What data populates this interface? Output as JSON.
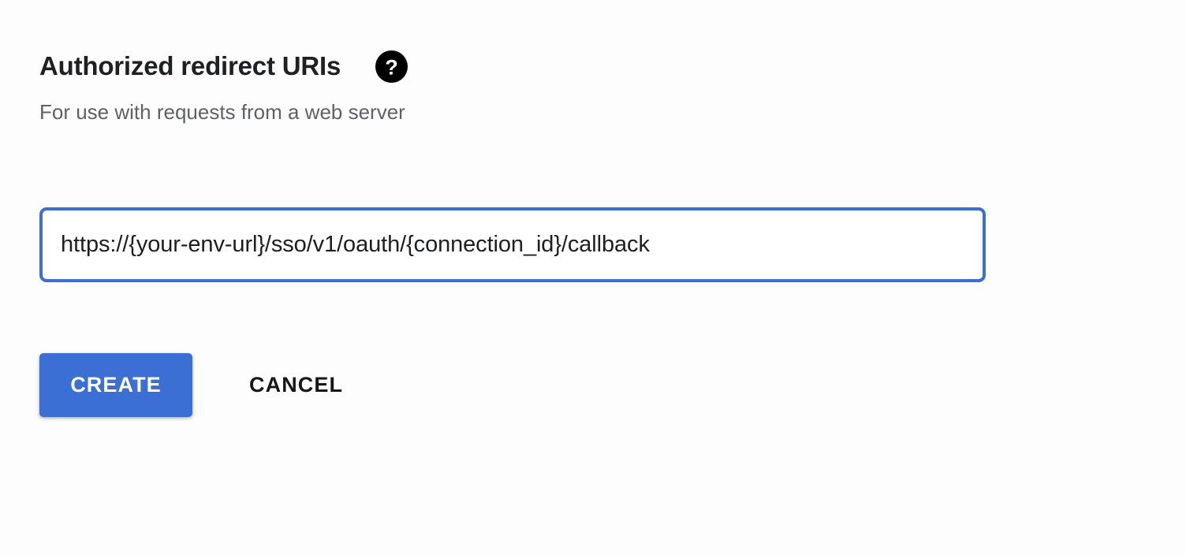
{
  "section": {
    "title": "Authorized redirect URIs",
    "help_icon": "help-question-mark-icon",
    "subtitle": "For use with requests from a web server"
  },
  "uri_field": {
    "name": "authorized-redirect-uri",
    "value": "https://{your-env-url}/sso/v1/oauth/{connection_id}/callback",
    "placeholder": "https://",
    "focused": true,
    "caret_visible": true
  },
  "actions": {
    "create_label": "CREATE",
    "cancel_label": "CANCEL"
  },
  "colors": {
    "page_background": "#fdfdfd",
    "accent_blue": "#3c6fd4",
    "field_border_focus": "#3d6fd1",
    "title_text": "#1f2023",
    "subtitle_text": "#5e6165",
    "button_text_on_accent": "#ffffff",
    "cancel_text": "#16171a",
    "icon_fill": "#000000"
  }
}
